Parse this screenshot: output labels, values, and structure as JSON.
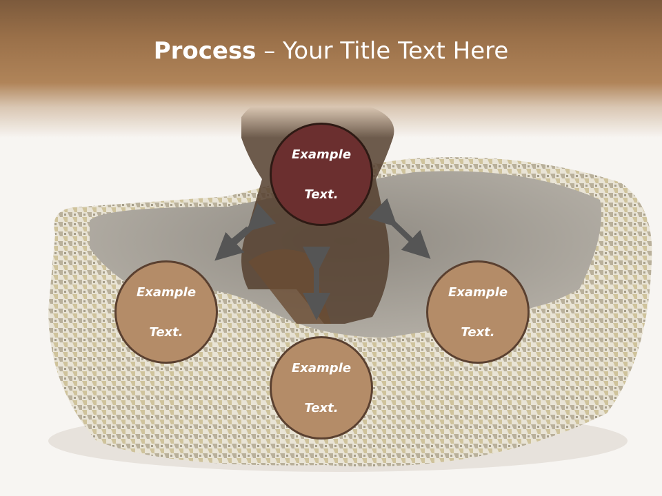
{
  "title": {
    "bold": "Process",
    "rest": " – Your Title Text Here"
  },
  "nodes": {
    "top": {
      "line1": "Example",
      "line2": "Text."
    },
    "left": {
      "line1": "Example",
      "line2": "Text."
    },
    "right": {
      "line1": "Example",
      "line2": "Text."
    },
    "bottom": {
      "line1": "Example",
      "line2": "Text."
    }
  },
  "colors": {
    "header": "#9a7049",
    "top_node": "#6b2f2f",
    "node": "#b48c68",
    "arrow": "#555555"
  }
}
